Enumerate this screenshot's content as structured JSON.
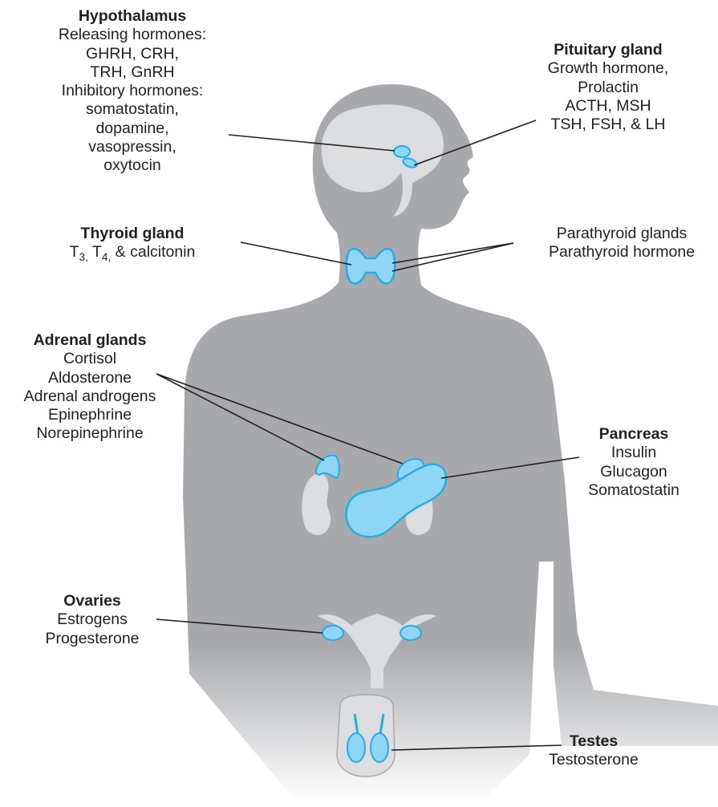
{
  "colors": {
    "body_silhouette": "#a7a9ac",
    "organ_gray": "#dcdddf",
    "gland_blue": "#8dd6f5",
    "gland_outline": "#29abe2",
    "leader_line": "#231f20",
    "text": "#231f20"
  },
  "labels": {
    "hypothalamus": {
      "title": "Hypothalamus",
      "lines": [
        "Releasing hormones:",
        "GHRH, CRH,",
        "TRH, GnRH",
        "Inhibitory hormones:",
        "somatostatin,",
        "dopamine,",
        "vasopressin,",
        "oxytocin"
      ]
    },
    "pituitary": {
      "title": "Pituitary gland",
      "lines": [
        "Growth hormone,",
        "Prolactin",
        "ACTH, MSH",
        "TSH, FSH, & LH"
      ]
    },
    "thyroid": {
      "title": "Thyroid gland",
      "t3": "T",
      "t3_sub": "3,",
      "t4": " T",
      "t4_sub": "4,",
      "rest": " & calcitonin"
    },
    "parathyroid": {
      "lines": [
        "Parathyroid glands",
        "Parathyroid hormone"
      ]
    },
    "adrenal": {
      "title": "Adrenal glands",
      "lines": [
        "Cortisol",
        "Aldosterone",
        "Adrenal androgens",
        "Epinephrine",
        "Norepinephrine"
      ]
    },
    "pancreas": {
      "title": "Pancreas",
      "lines": [
        "Insulin",
        "Glucagon",
        "Somatostatin"
      ]
    },
    "ovaries": {
      "title": "Ovaries",
      "lines": [
        "Estrogens",
        "Progesterone"
      ]
    },
    "testes": {
      "title": "Testes",
      "lines": [
        "Testosterone"
      ]
    }
  }
}
